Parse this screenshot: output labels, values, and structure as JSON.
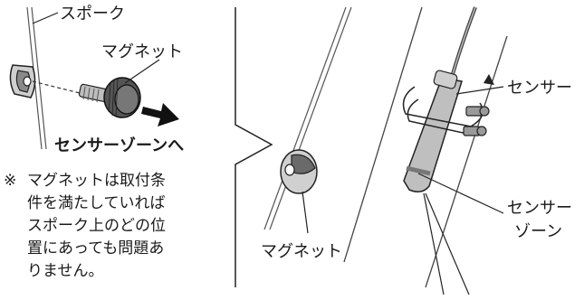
{
  "labels": {
    "spoke": "スポーク",
    "magnet_left": "マグネット",
    "direction": "センサーゾーンへ",
    "sensor": "センサー",
    "sensor_zone_line1": "センサー",
    "sensor_zone_line2": "ゾーン",
    "magnet_right": "マグネット"
  },
  "note": {
    "mark": "※",
    "lines": [
      "マグネットは取付条",
      "件を満たしていれば",
      "スポーク上のどの位",
      "置にあっても問題あ",
      "りません。"
    ]
  }
}
